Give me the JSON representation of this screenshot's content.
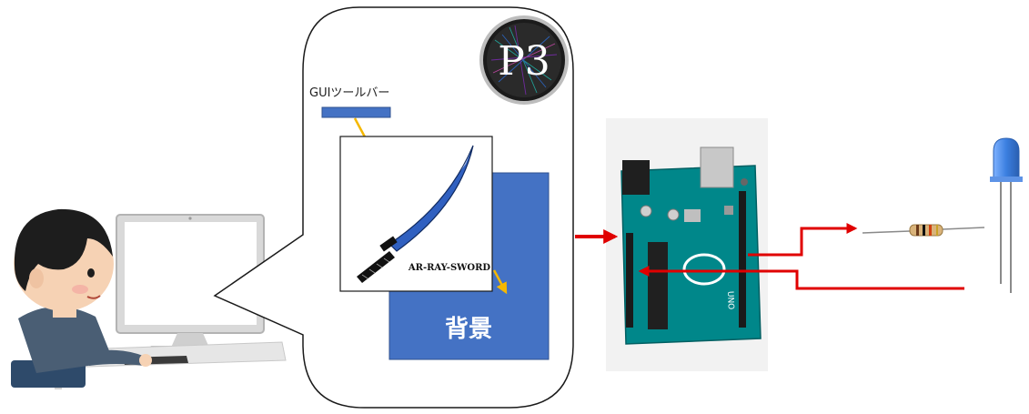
{
  "gui_toolbar_label": "GUIツールバー",
  "sword_caption": "AR-RAY-SWORD",
  "background_label": "背景",
  "logo_text": "P3",
  "colors": {
    "panel_blue": "#4472c4",
    "arrow_yellow": "#f5b800",
    "wire_red": "#e00000",
    "board_teal": "#00878a",
    "led_blue": "#3b7fe0",
    "sword_blade": "#3060c0"
  }
}
